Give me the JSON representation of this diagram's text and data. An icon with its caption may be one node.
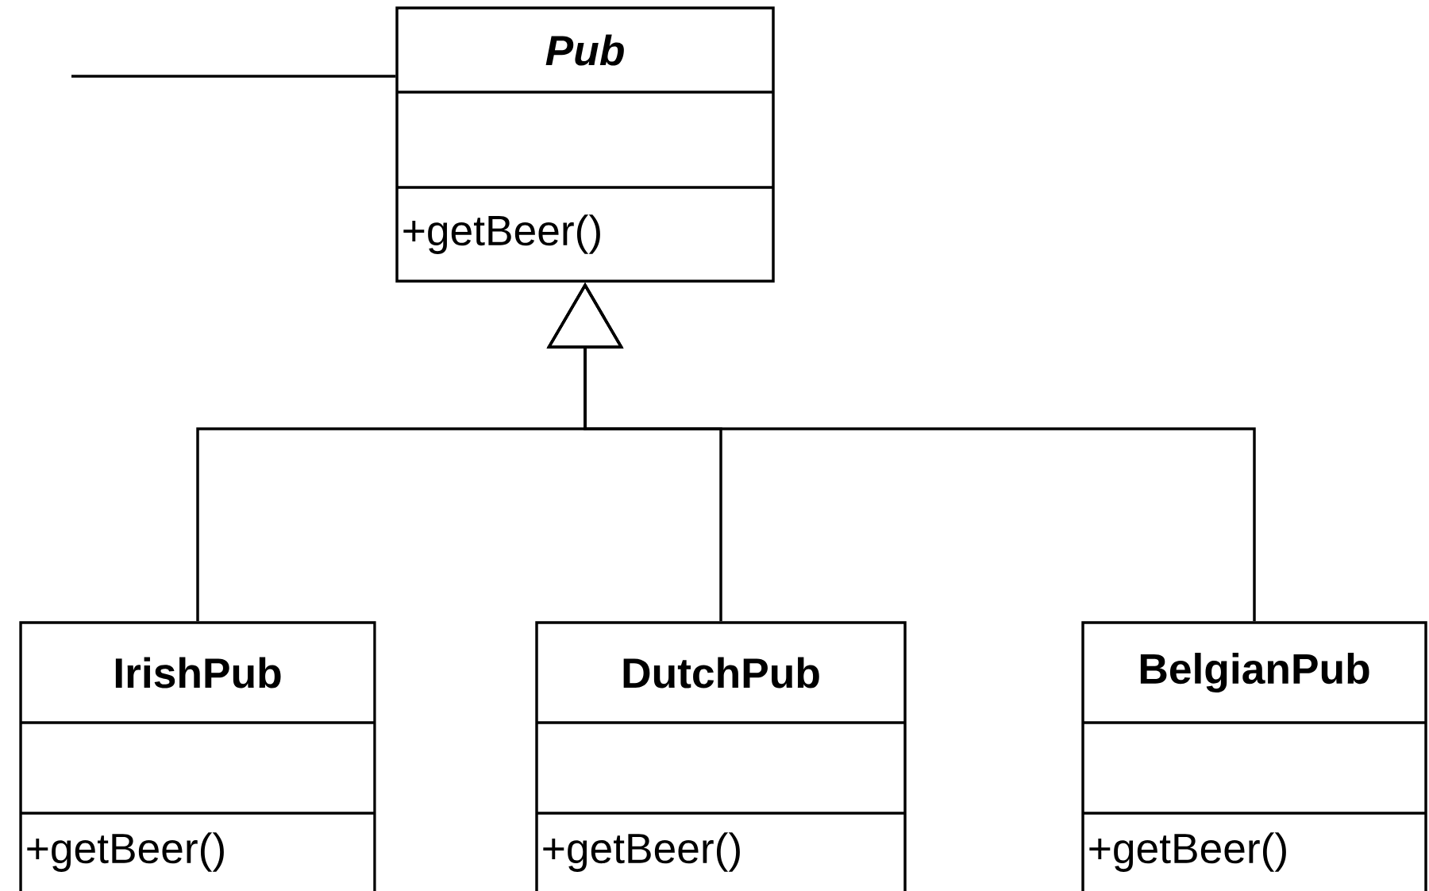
{
  "diagram": {
    "nodes": [
      {
        "text": [
          "Pub",
          "+getBeer()"
        ]
      },
      {
        "text": [
          "IrishPub",
          "+getBeer()"
        ]
      },
      {
        "text": [
          "DutchPub",
          "+getBeer()"
        ]
      },
      {
        "text": [
          "BelgianPub",
          "+getBeer()"
        ]
      }
    ],
    "edges": [
      {
        "from": null,
        "to": 0,
        "arrow": "none"
      },
      {
        "from": 1,
        "to": 0,
        "arrow": "to"
      },
      {
        "from": 2,
        "to": 0,
        "arrow": "to"
      },
      {
        "from": 3,
        "to": 0,
        "arrow": "to"
      }
    ]
  }
}
